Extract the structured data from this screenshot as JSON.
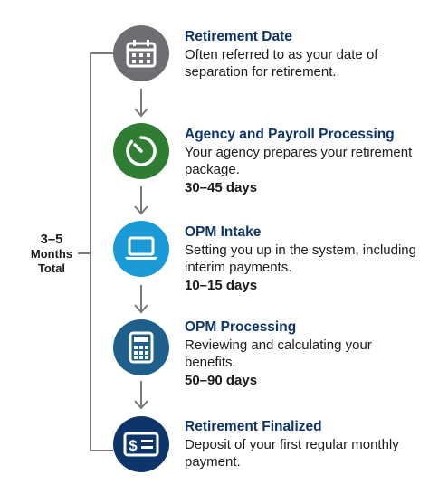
{
  "total": {
    "range": "3–5",
    "unit_line1": "Months",
    "unit_line2": "Total"
  },
  "steps": [
    {
      "title": "Retirement Date",
      "description": "Often referred to as your date of separation for retirement.",
      "days": "",
      "icon": "calendar-icon",
      "color": "#6d6e71"
    },
    {
      "title": "Agency and Payroll Processing",
      "description": "Your agency prepares your retirement package.",
      "days": "30–45 days",
      "icon": "timer-icon",
      "color": "#2e7d32"
    },
    {
      "title": "OPM Intake",
      "description": "Setting you up in the system, including interim payments.",
      "days": "10–15 days",
      "icon": "laptop-icon",
      "color": "#1a9ad6"
    },
    {
      "title": "OPM Processing",
      "description": "Reviewing and calculating your benefits.",
      "days": "50–90 days",
      "icon": "calculator-icon",
      "color": "#1f5f8b"
    },
    {
      "title": "Retirement Finalized",
      "description": "Deposit of your first regular monthly payment.",
      "days": "",
      "icon": "payment-icon",
      "color": "#0e3569"
    }
  ]
}
